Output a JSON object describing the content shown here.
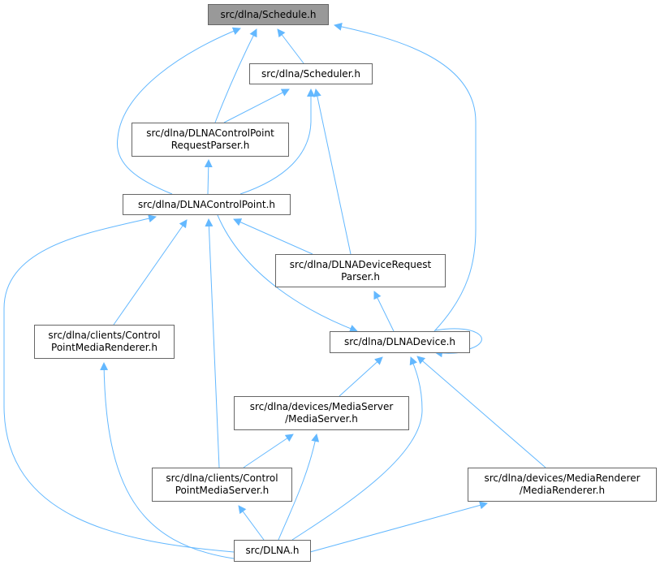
{
  "colors": {
    "edge": "#63b8ff",
    "root_fill": "#999999",
    "node_border": "#666666"
  },
  "nodes": {
    "schedule": {
      "lines": [
        "src/dlna/Schedule.h"
      ]
    },
    "scheduler": {
      "lines": [
        "src/dlna/Scheduler.h"
      ]
    },
    "cprp": {
      "lines": [
        "src/dlna/DLNAControlPoint",
        "RequestParser.h"
      ]
    },
    "cp": {
      "lines": [
        "src/dlna/DLNAControlPoint.h"
      ]
    },
    "drp": {
      "lines": [
        "src/dlna/DLNADeviceRequest",
        "Parser.h"
      ]
    },
    "cpmr": {
      "lines": [
        "src/dlna/clients/Control",
        "PointMediaRenderer.h"
      ]
    },
    "device": {
      "lines": [
        "src/dlna/DLNADevice.h"
      ]
    },
    "mediaserver": {
      "lines": [
        "src/dlna/devices/MediaServer",
        "/MediaServer.h"
      ]
    },
    "cpms": {
      "lines": [
        "src/dlna/clients/Control",
        "PointMediaServer.h"
      ]
    },
    "mediarenderer": {
      "lines": [
        "src/dlna/devices/MediaRenderer",
        "/MediaRenderer.h"
      ]
    },
    "dlna": {
      "lines": [
        "src/DLNA.h"
      ]
    }
  },
  "edges": [
    [
      "scheduler",
      "schedule"
    ],
    [
      "cprp",
      "schedule"
    ],
    [
      "cp",
      "schedule"
    ],
    [
      "device",
      "schedule"
    ],
    [
      "cprp",
      "scheduler"
    ],
    [
      "cp",
      "scheduler"
    ],
    [
      "drp",
      "scheduler"
    ],
    [
      "cp",
      "cprp"
    ],
    [
      "drp",
      "cp"
    ],
    [
      "cpmr",
      "cp"
    ],
    [
      "cp",
      "device"
    ],
    [
      "device",
      "device"
    ],
    [
      "dlna",
      "cp"
    ],
    [
      "cpms",
      "cp"
    ],
    [
      "device",
      "drp"
    ],
    [
      "mediaserver",
      "device"
    ],
    [
      "dlna",
      "device"
    ],
    [
      "mediarenderer",
      "device"
    ],
    [
      "dlna",
      "cpmr"
    ],
    [
      "cpms",
      "mediaserver"
    ],
    [
      "dlna",
      "mediaserver"
    ],
    [
      "dlna",
      "cpms"
    ],
    [
      "dlna",
      "mediarenderer"
    ]
  ]
}
